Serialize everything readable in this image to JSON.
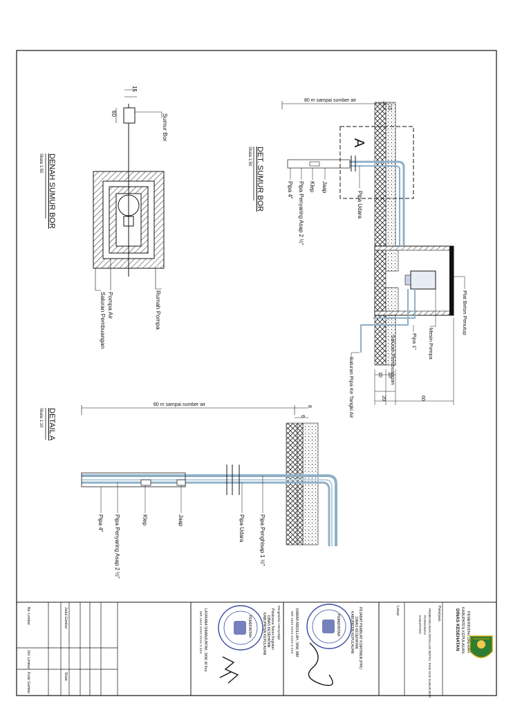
{
  "plan": {
    "title": "DENAH SUMUR BOR",
    "scale": "Skala 1:50",
    "dim_top": "15",
    "dim_side": "60",
    "label_sumur": "Sumur Bor",
    "label_rumah": "Rumah Pompa",
    "label_pompa": "Pompa Air",
    "label_saluran": "Saluran Pembuangan"
  },
  "section": {
    "title": "DET. SUMUR BOR",
    "scale": "Skala 1:50",
    "dim_depth": "80 m sampai sumber air",
    "dim_top": "15",
    "detail_mark": "A",
    "label_pipa_udara": "Pipa Udara",
    "label_jaap": "Jaap",
    "label_klep": "Klep",
    "label_pipa_penyaring": "Pipa Penyaring Asap 2 ½\"",
    "label_pipa4": "Pipa 4\"",
    "label_plat": "Plat Beton Penutup",
    "label_mesin": "Mesin Pompa",
    "label_pipa1": "Pipa 1\"",
    "label_saluran_pembuangan": "Saluran Pembuangan",
    "label_saluran_tangki": "Saluran Pipa Ke Tangki Air",
    "dim_10a": "10",
    "dim_10b": "10",
    "dim_20": "20",
    "dim_60": "60"
  },
  "detail": {
    "title": "DETAIL  A",
    "scale": "Skala 1:10",
    "dim_depth": "80 m sampai sumber air",
    "dim_a": "8",
    "dim_b": "6",
    "label_jaap": "Jaap",
    "label_klep": "Klep",
    "label_pipa4": "Pipa 4\"",
    "label_penyaring": "Pipa Penyaring Asap 2 ½\"",
    "label_udara": "Pipa Udara",
    "label_penghisap": "Pipa Penghisap 1 ½\""
  },
  "titleblock": {
    "agency1": "PEMERINTAH DAERAH",
    "agency2": "KABUPATEN KEPULAUAN",
    "agency3": "DINAS KESEHATAN",
    "project_label": "Pekerjaan",
    "project1": "PEMBANGUNAN INSTALASI SEPTIC TANK DAN SUMUR BOR",
    "project2": "PUSKESMAS",
    "project3": "KABUPATEN",
    "location_label": "Lokasi",
    "ppk_title": "PEJABAT PEMBUAT KOMITMEN (PPK)",
    "ppk_org": "DINAS KESEHATAN",
    "ppk_org2": "KABUPATEN KEPULAUAN",
    "signer1_name": "DAMAR ABDULLAH, SKM, MM",
    "signer1_nip": "NIP. 19XX XXXX XXXX X XXX",
    "approve_label": "Mengetahui / Menyetujui",
    "kadis_title": "Pelaksana Teknis Kegiatan",
    "kadis_org": "DINAS KESEHATAN",
    "kadis_org2": "KABUPATEN KEPULAUAN",
    "signer2_name": "LASRIANA SIMANJUNTAK, SKM, M.Kes",
    "signer2_nip": "NIP. 19XX XXXX XXXX X XXX",
    "seal_text": "PEMERINTAH",
    "drawing_label": "Judul Gambar",
    "scale_label": "Skala",
    "sheet_label": "No. Lembar",
    "count_label": "Jml. Lembar",
    "code_label": "Kode Gambar"
  },
  "colors": {
    "pipe": "#8fb0c8",
    "ink": "#111111",
    "seal": "#3a4aa0"
  }
}
